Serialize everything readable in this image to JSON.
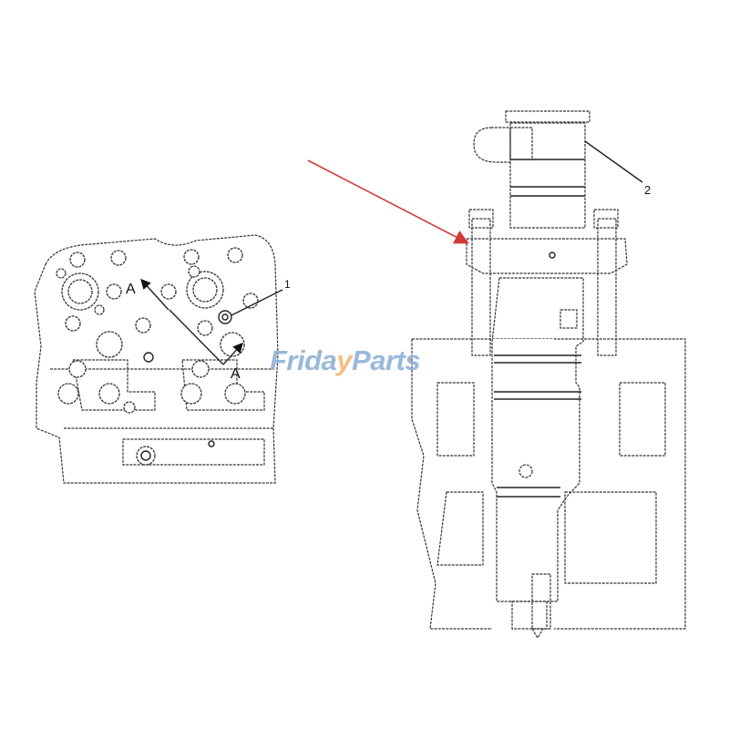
{
  "diagram": {
    "type": "technical-illustration",
    "left_view": {
      "label_1": "1",
      "section_label_top": "A",
      "section_label_bottom": "A"
    },
    "right_view": {
      "label_2": "2"
    },
    "pointer_arrow_color": "#d23a3a",
    "watermark": {
      "part1": "Frida",
      "part2": "y",
      "part3": "Parts",
      "color_main": "#8fb1d6",
      "color_accent": "#f2b878"
    }
  }
}
